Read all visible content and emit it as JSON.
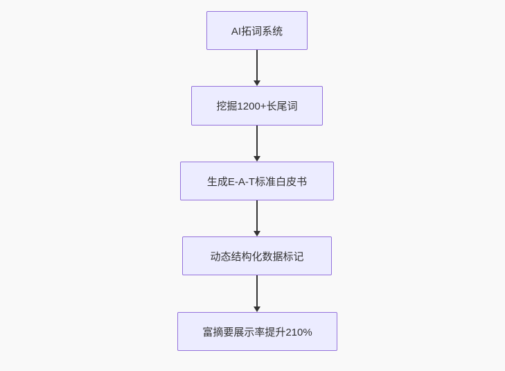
{
  "diagram": {
    "type": "flowchart",
    "direction": "top-to-bottom",
    "nodes": [
      {
        "id": "A",
        "label": "AI拓词系统"
      },
      {
        "id": "B",
        "label": "挖掘1200+长尾词"
      },
      {
        "id": "C",
        "label": "生成E-A-T标准白皮书"
      },
      {
        "id": "D",
        "label": "动态结构化数据标记"
      },
      {
        "id": "E",
        "label": "富摘要展示率提升210%"
      }
    ],
    "edges": [
      {
        "from": "A",
        "to": "B"
      },
      {
        "from": "B",
        "to": "C"
      },
      {
        "from": "C",
        "to": "D"
      },
      {
        "from": "D",
        "to": "E"
      }
    ],
    "colors": {
      "background": "#f9f9f9",
      "node_fill": "#ececff",
      "node_border": "#9370db",
      "node_text": "#333333",
      "arrow": "#333333"
    }
  }
}
